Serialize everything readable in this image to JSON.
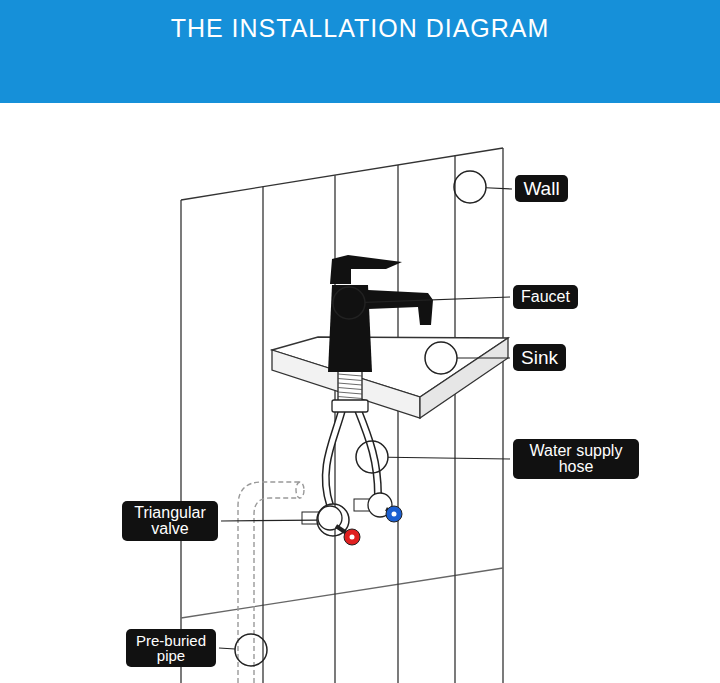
{
  "diagram": {
    "title": "THE INSTALLATION DIAGRAM",
    "nodes": [
      {
        "text": [
          "Wall"
        ]
      },
      {
        "text": [
          "Faucet"
        ]
      },
      {
        "text": [
          "Sink"
        ]
      },
      {
        "text": [
          "Water supply hose"
        ]
      },
      {
        "text": [
          "Triangular valve"
        ]
      },
      {
        "text": [
          "Pre-buried pipe"
        ]
      }
    ]
  }
}
